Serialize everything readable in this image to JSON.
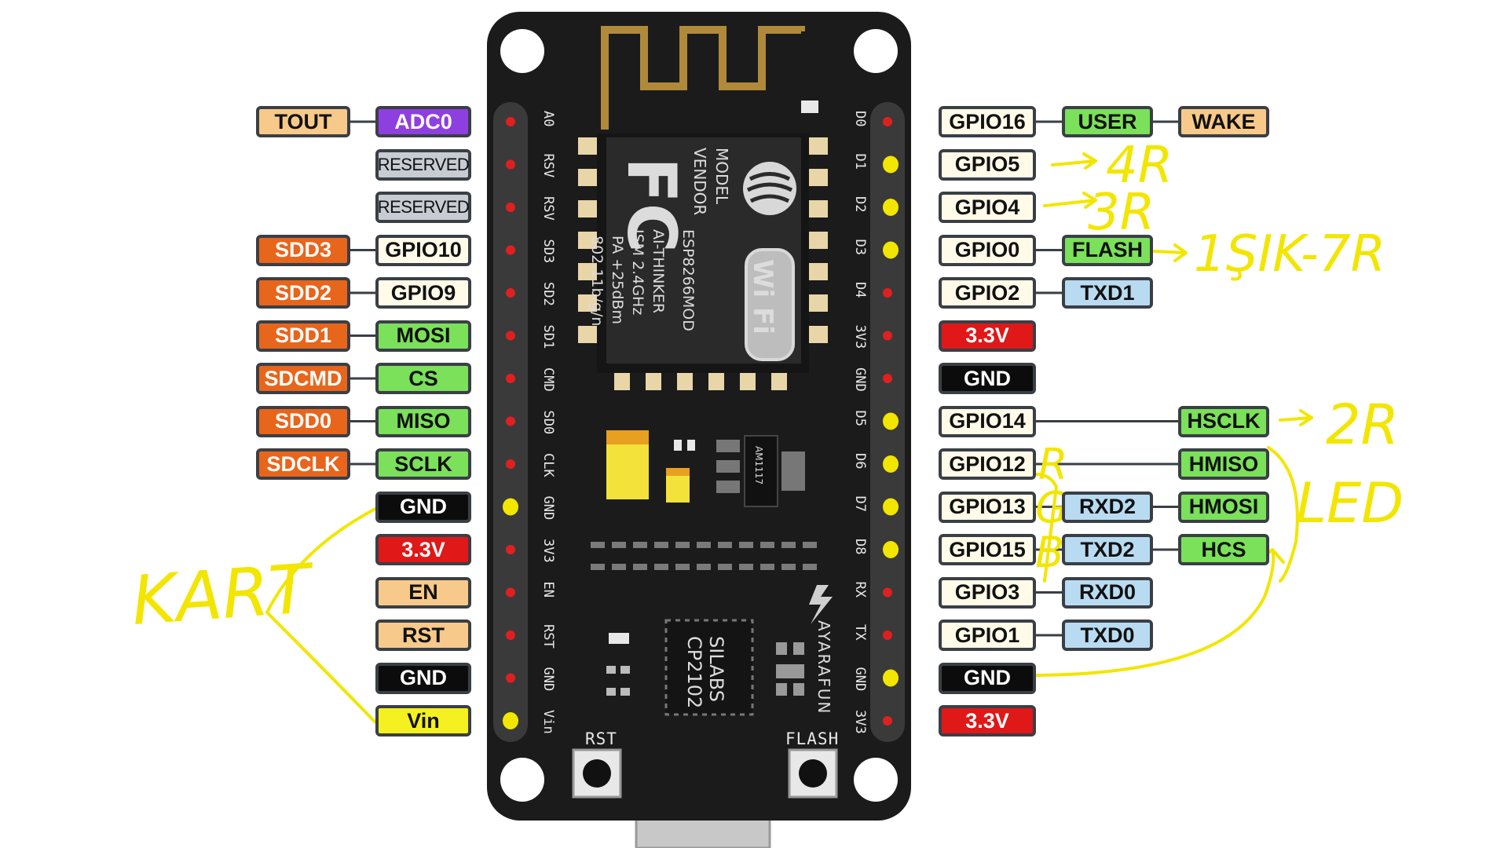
{
  "board": {
    "module_model": "MODEL",
    "module_vendor": "VENDOR",
    "module_name": "ESP8266MOD",
    "module_maker": "AI-THINKER",
    "module_band": "ISM 2.4GHz",
    "module_power": "PA +25dBm",
    "module_std": "802.11b/g/n",
    "fc_mark": "FC",
    "wifi_mark": "Wi Fi",
    "usb_chip_brand": "SILABS",
    "usb_chip_model": "CP2102",
    "regulator": "AM1117",
    "maker": "AYARAFUN",
    "rst_label": "RST",
    "flash_label": "FLASH"
  },
  "left_pins": [
    {
      "silk": "A0",
      "tags": [
        "TOUT",
        "ADC0"
      ]
    },
    {
      "silk": "RSV",
      "tags": [
        "RESERVED"
      ]
    },
    {
      "silk": "RSV",
      "tags": [
        "RESERVED"
      ]
    },
    {
      "silk": "SD3",
      "tags": [
        "SDD3",
        "GPIO10"
      ]
    },
    {
      "silk": "SD2",
      "tags": [
        "SDD2",
        "GPIO9"
      ]
    },
    {
      "silk": "SD1",
      "tags": [
        "SDD1",
        "MOSI"
      ]
    },
    {
      "silk": "CMD",
      "tags": [
        "SDCMD",
        "CS"
      ]
    },
    {
      "silk": "SD0",
      "tags": [
        "SDD0",
        "MISO"
      ]
    },
    {
      "silk": "CLK",
      "tags": [
        "SDCLK",
        "SCLK"
      ]
    },
    {
      "silk": "GND",
      "tags": [
        "GND"
      ]
    },
    {
      "silk": "3V3",
      "tags": [
        "3.3V"
      ]
    },
    {
      "silk": "EN",
      "tags": [
        "EN"
      ]
    },
    {
      "silk": "RST",
      "tags": [
        "RST"
      ]
    },
    {
      "silk": "GND",
      "tags": [
        "GND"
      ]
    },
    {
      "silk": "Vin",
      "tags": [
        "Vin"
      ]
    }
  ],
  "right_pins": [
    {
      "silk": "D0",
      "gpio": "GPIO16",
      "tags": [
        "USER",
        "WAKE"
      ]
    },
    {
      "silk": "D1",
      "gpio": "GPIO5",
      "tags": []
    },
    {
      "silk": "D2",
      "gpio": "GPIO4",
      "tags": []
    },
    {
      "silk": "D3",
      "gpio": "GPIO0",
      "tags": [
        "FLASH"
      ]
    },
    {
      "silk": "D4",
      "gpio": "GPIO2",
      "tags": [
        "TXD1"
      ]
    },
    {
      "silk": "3V3",
      "gpio": "3.3V",
      "tags": []
    },
    {
      "silk": "GND",
      "gpio": "GND",
      "tags": []
    },
    {
      "silk": "D5",
      "gpio": "GPIO14",
      "tags": [
        "HSCLK"
      ]
    },
    {
      "silk": "D6",
      "gpio": "GPIO12",
      "tags": [
        "HMISO"
      ]
    },
    {
      "silk": "D7",
      "gpio": "GPIO13",
      "tags": [
        "RXD2",
        "HMOSI"
      ]
    },
    {
      "silk": "D8",
      "gpio": "GPIO15",
      "tags": [
        "TXD2",
        "HCS"
      ]
    },
    {
      "silk": "RX",
      "gpio": "GPIO3",
      "tags": [
        "RXD0"
      ]
    },
    {
      "silk": "TX",
      "gpio": "GPIO1",
      "tags": [
        "TXD0"
      ]
    },
    {
      "silk": "GND",
      "gpio": "GND",
      "tags": []
    },
    {
      "silk": "3V3",
      "gpio": "3.3V",
      "tags": []
    }
  ],
  "colors": {
    "board": "#1b1b1b",
    "header": "#333333",
    "pin_dot": "#e02020",
    "antenna": "#b08a3a",
    "tout": "#f7c98a",
    "adc": "#8e3fe0",
    "reserved": "#c7ccd2",
    "sd": "#e8651c",
    "gpio": "#fffbe8",
    "spi": "#7be05a",
    "gnd": "#0c0c0c",
    "power": "#e01818",
    "en_rst": "#f7c98a",
    "vin": "#f5f020",
    "user": "#7be05a",
    "wake": "#f7c98a",
    "uart": "#b9dbf2",
    "hspi": "#7be05a",
    "flash_tag": "#7be05a",
    "ink": "#f2e600"
  },
  "handwriting": {
    "kart": "KART",
    "gpio5_note": "4R",
    "gpio4_note": "3R",
    "gpio0_note": "1ŞIK-7R",
    "gpio14_note": "2R",
    "gpio12_note": "R",
    "gpio13_note": "G",
    "gpio15_note": "B",
    "led": "LED"
  }
}
